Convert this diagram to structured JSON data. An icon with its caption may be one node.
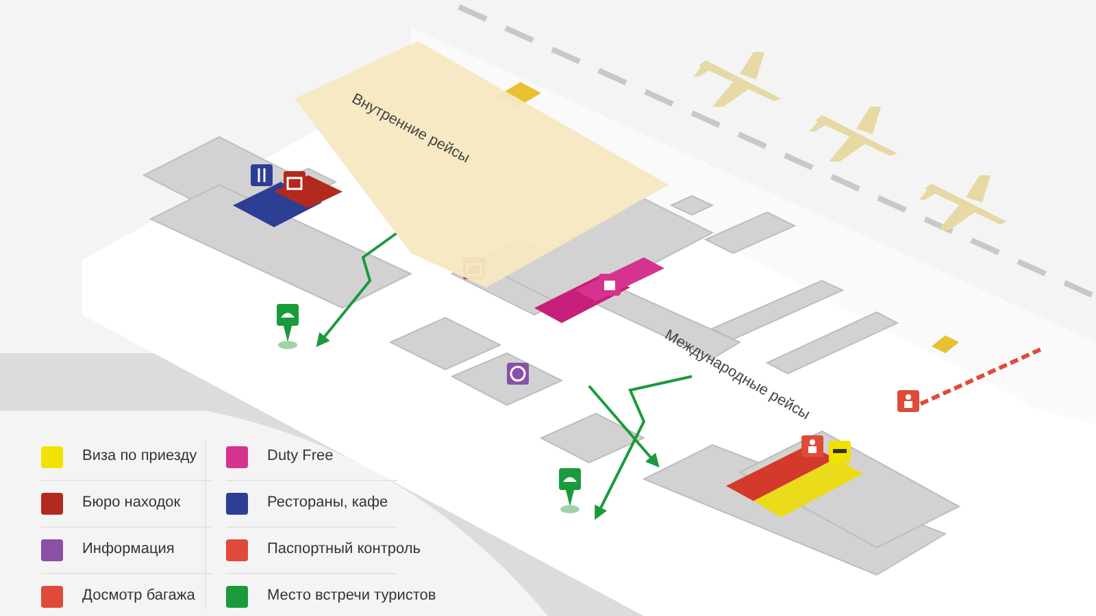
{
  "diagram": {
    "nodes": [
      {
        "text": [
          "Внутренние рейсы"
        ]
      }
    ],
    "edges": [],
    "labels": [
      "Международные рейсы"
    ],
    "legend": [
      {
        "text": "Виза по приезду",
        "color": "#f2e200"
      },
      {
        "text": "Бюро находок",
        "color": "#b22a1e"
      },
      {
        "text": "Информация",
        "color": "#8a4fa6"
      },
      {
        "text": "Досмотр багажа",
        "color": "#e04a3a"
      },
      {
        "text": "Duty Free",
        "color": "#d6338f"
      },
      {
        "text": "Рестораны, кафе",
        "color": "#2d3f95"
      },
      {
        "text": "Паспортный контроль",
        "color": "#e04a3a"
      },
      {
        "text": "Место встречи туристов",
        "color": "#1a9a3a"
      }
    ]
  }
}
